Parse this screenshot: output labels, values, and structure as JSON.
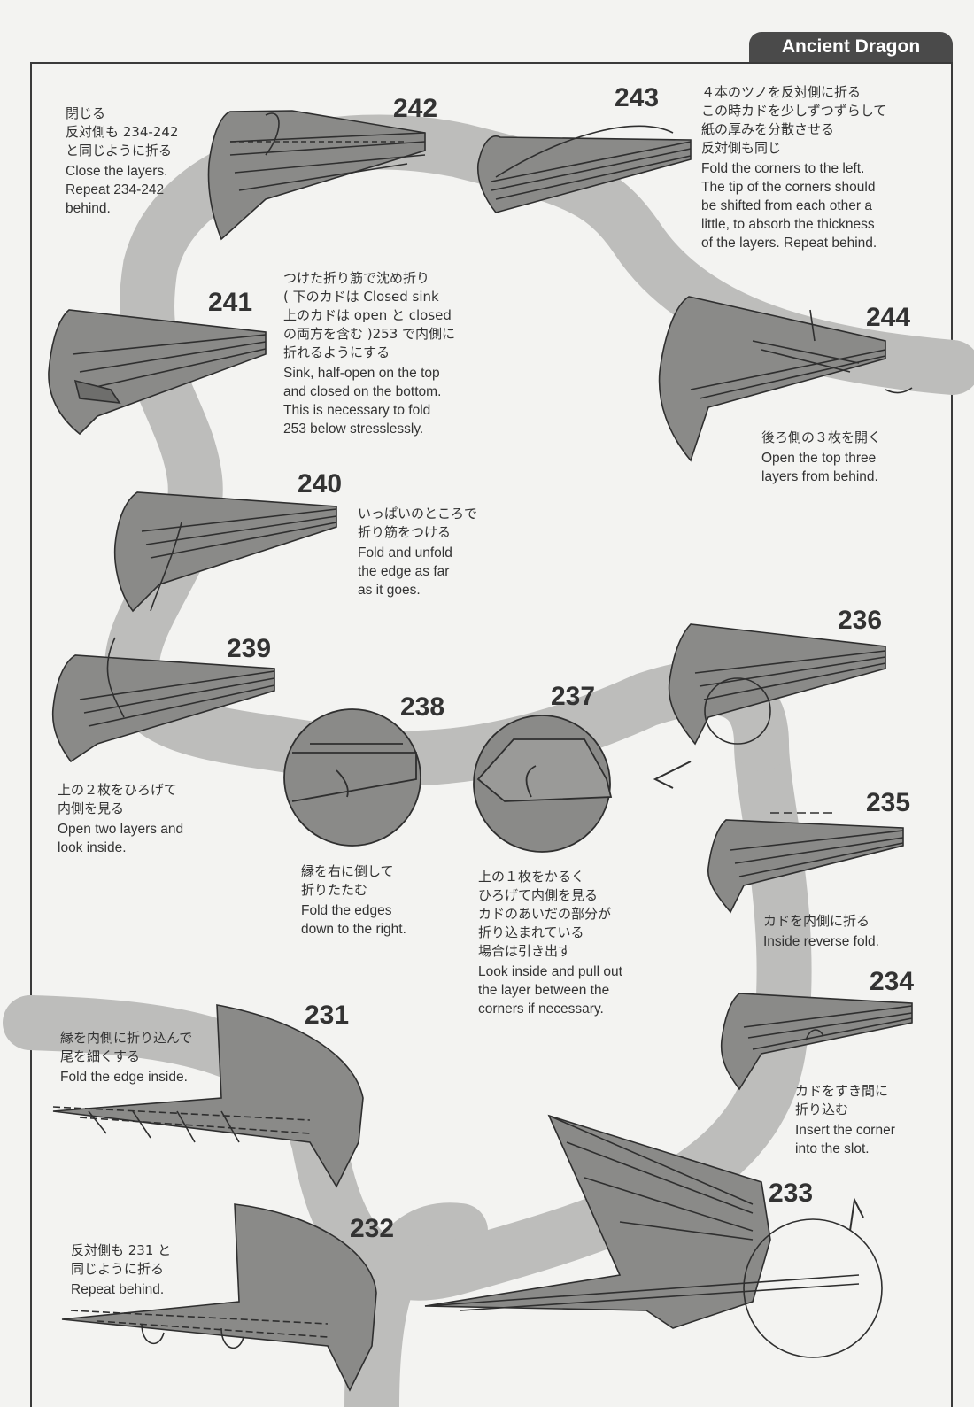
{
  "header": {
    "title": "Ancient Dragon"
  },
  "steps": [
    {
      "num": "231",
      "jp": "縁を内側に折り込んで\n尾を細くする",
      "en": "Fold the edge inside."
    },
    {
      "num": "232",
      "jp": "反対側も 231 と\n同じように折る",
      "en": "Repeat behind."
    },
    {
      "num": "233",
      "jp": "",
      "en": ""
    },
    {
      "num": "234",
      "jp": "カドをすき間に\n折り込む",
      "en": "Insert the corner\ninto the slot."
    },
    {
      "num": "235",
      "jp": "カドを内側に折る",
      "en": "Inside reverse fold."
    },
    {
      "num": "236",
      "jp": "",
      "en": ""
    },
    {
      "num": "237",
      "jp": "上の１枚をかるく\nひろげて内側を見る\nカドのあいだの部分が\n折り込まれている\n場合は引き出す",
      "en": "Look inside and pull out\nthe layer between the\ncorners if necessary."
    },
    {
      "num": "238",
      "jp": "縁を右に倒して\n折りたたむ",
      "en": "Fold the edges\ndown to the right."
    },
    {
      "num": "239",
      "jp": "上の２枚をひろげて\n内側を見る",
      "en": "Open two layers and\nlook inside."
    },
    {
      "num": "240",
      "jp": "いっぱいのところで\n折り筋をつける",
      "en": "Fold and unfold\nthe edge as far\nas it goes."
    },
    {
      "num": "241",
      "jp": "つけた折り筋で沈め折り\n( 下のカドは Closed sink\n上のカドは open と closed\nの両方を含む )253 で内側に\n折れるようにする",
      "en": "Sink, half-open on the top\nand closed on the bottom.\nThis is necessary to fold\n253 below stresslessly."
    },
    {
      "num": "242",
      "jp": "閉じる\n反対側も 234-242\nと同じように折る",
      "en": "Close the layers.\nRepeat 234-242\nbehind."
    },
    {
      "num": "243",
      "jp": "４本のツノを反対側に折る\nこの時カドを少しずつずらして\n紙の厚みを分散させる\n反対側も同じ",
      "en": "Fold the corners to the left.\nThe tip of the corners should\nbe shifted from each other a\nlittle, to absorb the thickness\nof the layers. Repeat behind."
    },
    {
      "num": "244",
      "jp": "後ろ側の３枚を開く",
      "en": "Open the top three\nlayers from behind."
    }
  ],
  "colors": {
    "path": "#b9b9b7",
    "paper": "#8a8a88",
    "paper_dark": "#6e6e6c",
    "line": "#2f2f2f",
    "header": "#4a4a4a"
  }
}
